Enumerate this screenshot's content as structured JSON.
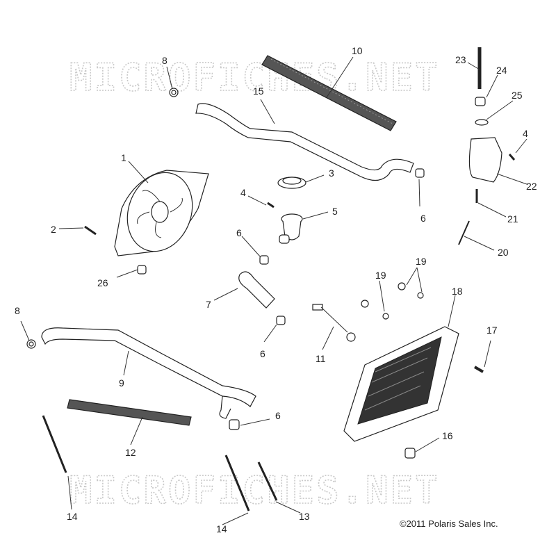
{
  "watermark": "MICROFICHES.NET",
  "copyright": "©2011 Polaris Sales Inc.",
  "callouts": [
    "1",
    "2",
    "3",
    "4",
    "4",
    "5",
    "6",
    "6",
    "6",
    "6",
    "7",
    "8",
    "8",
    "9",
    "10",
    "11",
    "12",
    "13",
    "14",
    "14",
    "15",
    "16",
    "17",
    "18",
    "19",
    "19",
    "20",
    "21",
    "22",
    "23",
    "24",
    "25",
    "26"
  ]
}
